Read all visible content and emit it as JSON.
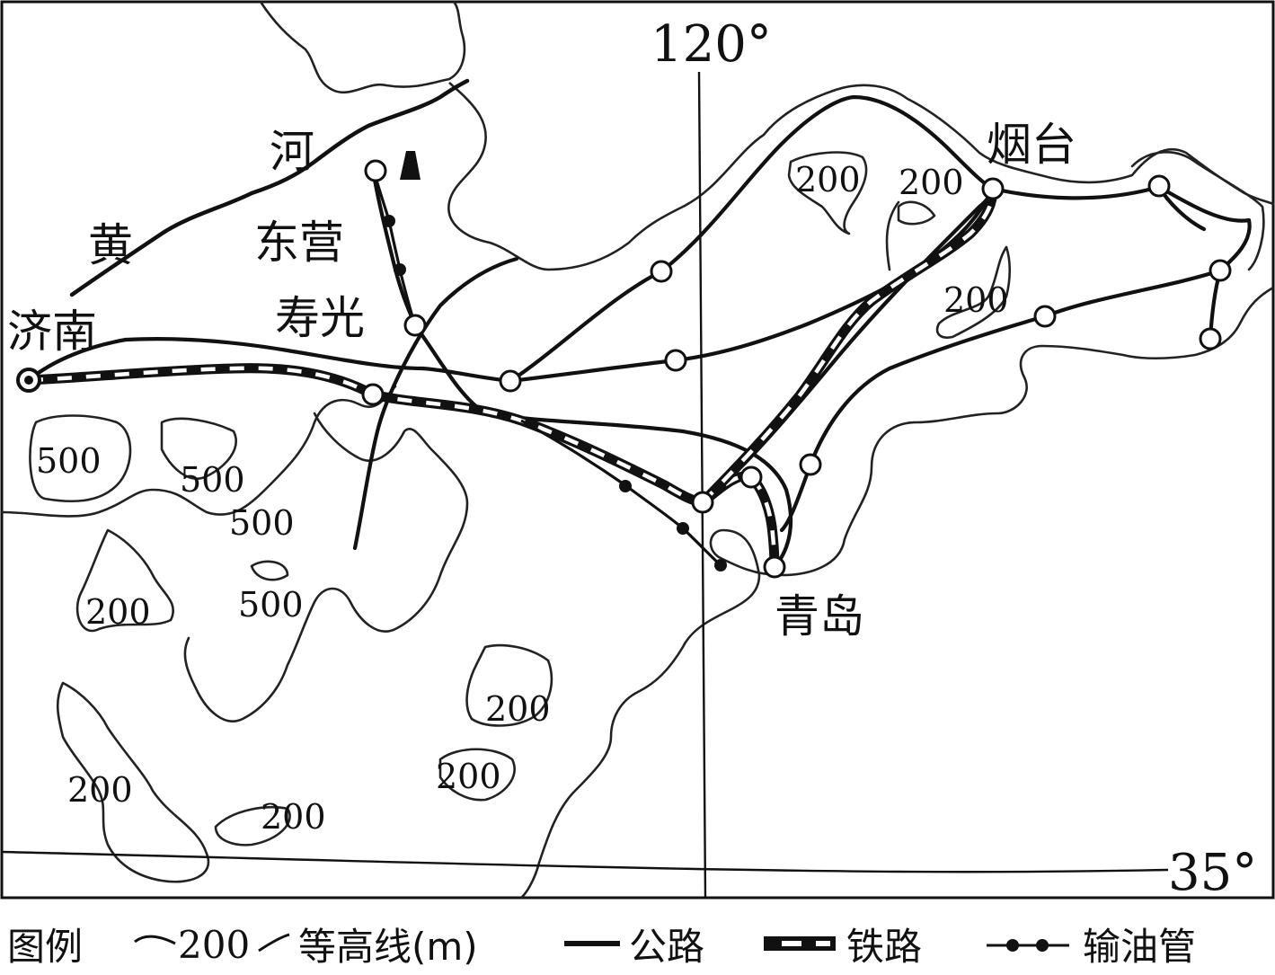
{
  "labels": {
    "yellow_river_1": "河",
    "yellow_river_2": "黄",
    "dongying": "东营",
    "shouguang": "寿光",
    "jinan": "济南",
    "yantai": "烟台",
    "qingdao": "青岛",
    "meridian": "120°",
    "parallel": "35°"
  },
  "contours": [
    {
      "id": "c200-a",
      "label": "200"
    },
    {
      "id": "c200-b",
      "label": "200"
    },
    {
      "id": "c200-c",
      "label": "200"
    },
    {
      "id": "c500-a",
      "label": "500"
    },
    {
      "id": "c500-b",
      "label": "500"
    },
    {
      "id": "c500-c",
      "label": "500"
    },
    {
      "id": "c500-d",
      "label": "500"
    },
    {
      "id": "c200-d",
      "label": "200"
    },
    {
      "id": "c200-e",
      "label": "200"
    },
    {
      "id": "c200-f",
      "label": "200"
    },
    {
      "id": "c200-g",
      "label": "200"
    },
    {
      "id": "c200-h",
      "label": "200"
    }
  ],
  "legend": {
    "title": "图例",
    "contour_sample": "200",
    "contour_label": "等高线(m)",
    "road_label": "公路",
    "railway_label": "铁路",
    "pipeline_label": "输油管"
  }
}
